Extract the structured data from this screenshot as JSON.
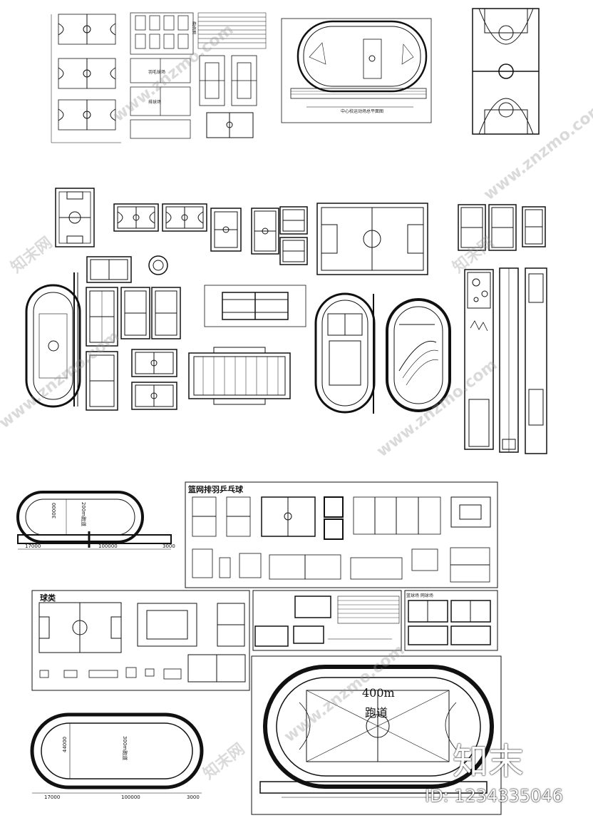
{
  "labels": {
    "top_center_caption": "中心校运动场总平面图",
    "ball_group1_title": "篮网排羽乒乓球",
    "ball_group2_title": "球类",
    "track_200_label": "200m跑道",
    "track_300_label": "300m跑道",
    "track_400_label_num": "400m",
    "track_400_label_cn": "跑道",
    "tennis_side_label": "游泳池",
    "small_label_a": "羽毛球场",
    "small_label_b": "排球场",
    "small_label_c": "篮球场",
    "small_label_d": "网球场",
    "table_group_title": "篮球场 网球场"
  },
  "dimensions": {
    "t200_height": "30000",
    "t200_left": "17000",
    "t200_mid": "100000",
    "t200_right": "3000",
    "t300_height": "44000",
    "t300_left": "17000",
    "t300_mid": "100000",
    "t300_right": "3000"
  },
  "watermark": {
    "text": "www.znzmo.com",
    "short": "知末网",
    "brand_logo": "知末",
    "id_text": "ID: 1234335046"
  }
}
